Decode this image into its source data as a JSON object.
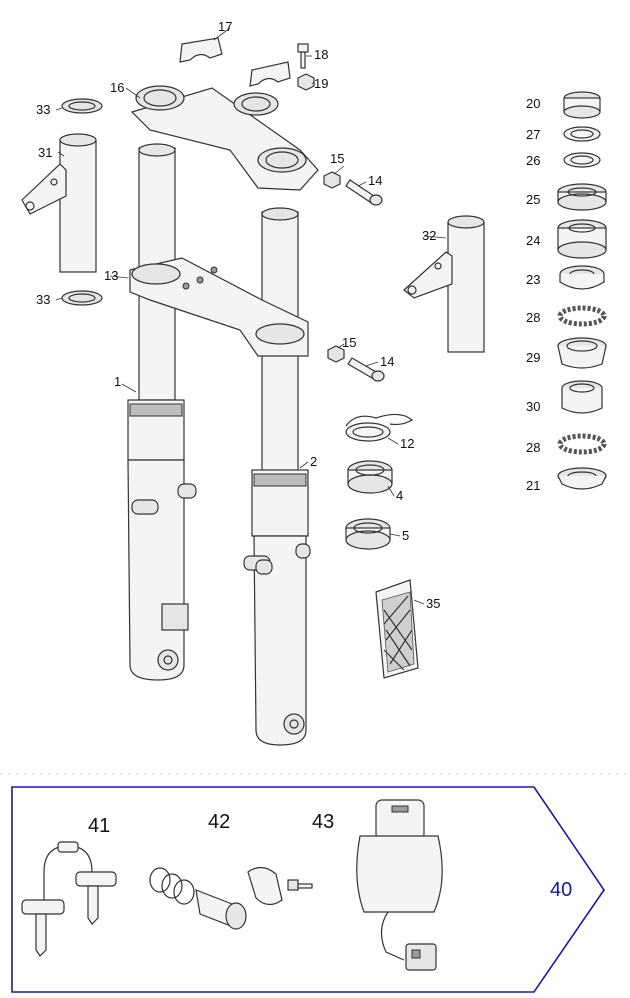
{
  "callouts": {
    "c1": "1",
    "c2": "2",
    "c4": "4",
    "c5": "5",
    "c12": "12",
    "c13": "13",
    "c14a": "14",
    "c14b": "14",
    "c15a": "15",
    "c15b": "15",
    "c16": "16",
    "c17": "17",
    "c18": "18",
    "c19": "19",
    "c20": "20",
    "c21": "21",
    "c23": "23",
    "c24": "24",
    "c25": "25",
    "c26": "26",
    "c27": "27",
    "c28a": "28",
    "c28b": "28",
    "c29": "29",
    "c30": "30",
    "c31": "31",
    "c32": "32",
    "c33a": "33",
    "c33b": "33",
    "c35": "35"
  },
  "kit_box": {
    "label": "40",
    "items": {
      "k41": "41",
      "k42": "42",
      "k43": "43"
    },
    "border_color": "#1a1aa0"
  }
}
